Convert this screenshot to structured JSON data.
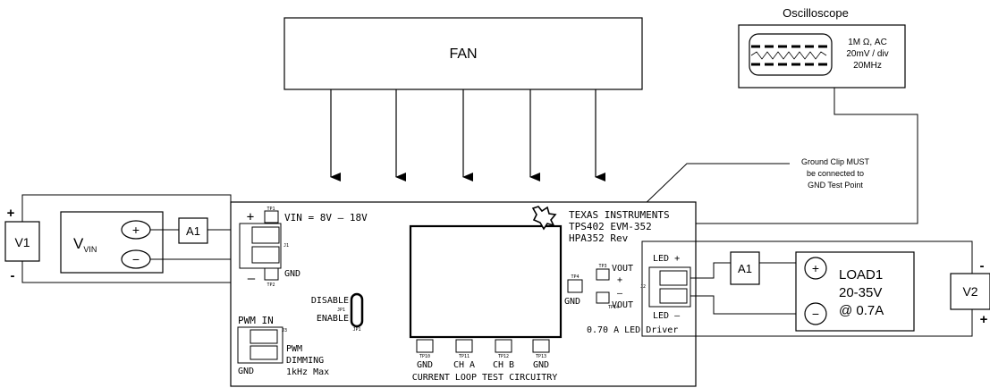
{
  "fan": {
    "label": "FAN"
  },
  "oscilloscope": {
    "title": "Oscilloscope",
    "impedance": "1M Ω, AC",
    "scale": "20mV / div",
    "bandwidth": "20MHz"
  },
  "note": {
    "line1": "Ground Clip MUST",
    "line2": "be connected to",
    "line3": "GND Test Point"
  },
  "source": {
    "v1_label": "V1",
    "plus": "+",
    "minus": "-",
    "vin_main": "V",
    "vin_sub": "VIN",
    "plus_symbol": "+",
    "minus_symbol": "−",
    "ammeter": "A1"
  },
  "board": {
    "vin_label": "VIN = 8V – 18V",
    "gnd_label": "GND",
    "tp1": "TP1",
    "tp2": "TP2",
    "j1": "J1",
    "plus": "+",
    "minus": "—",
    "disable": "DISABLE",
    "enable": "ENABLE",
    "jp1_small": "JP1",
    "jp1": "JP1",
    "pwm_in": "PWM IN",
    "j3": "J3",
    "pwm_gnd": "GND",
    "pwm": "PWM",
    "dimming": "DIMMING",
    "max": "1kHz Max",
    "ti_name": "TEXAS INSTRUMENTS",
    "ti_part": "TPS402  EVM-352",
    "ti_rev": "HPA352   Rev",
    "tp4": "TP4",
    "tp4_gnd": "GND",
    "tp3": "TP3",
    "tp14": "TP14",
    "vout_plus": "VOUT",
    "vout_minus": "VOUT",
    "plus_small": "+",
    "minus_small": "–",
    "j2": "J2",
    "led_plus": "LED +",
    "led_minus": "LED –",
    "driver": "0.70 A LED Driver",
    "current_loop": "CURRENT LOOP TEST CIRCUITRY",
    "test_points": [
      {
        "tp": "TP10",
        "name": "GND"
      },
      {
        "tp": "TP11",
        "name": "CH A"
      },
      {
        "tp": "TP12",
        "name": "CH B"
      },
      {
        "tp": "TP13",
        "name": "GND"
      }
    ]
  },
  "load": {
    "ammeter": "A1",
    "line1": "LOAD1",
    "line2": "20-35V",
    "line3": "@ 0.7A",
    "plus_symbol": "+",
    "minus_symbol": "−",
    "v2_label": "V2",
    "minus": "-",
    "plus": "+"
  }
}
